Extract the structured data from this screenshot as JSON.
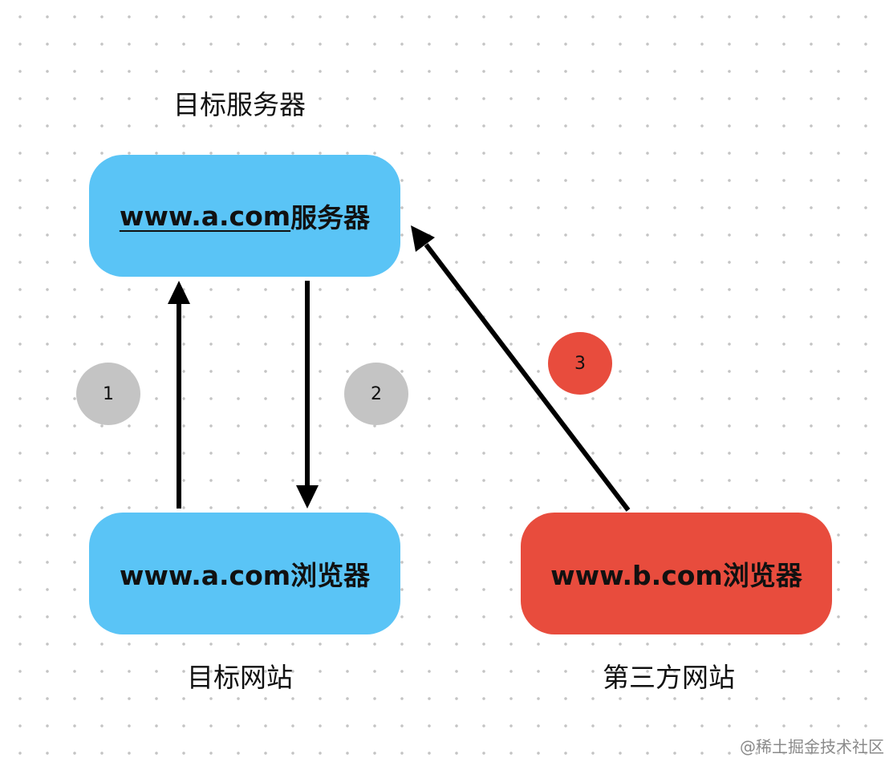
{
  "diagram": {
    "captions": {
      "server": "目标服务器",
      "target_site": "目标网站",
      "third_party_site": "第三方网站"
    },
    "boxes": {
      "server": {
        "domain": "www.a.com",
        "suffix": "服务器",
        "color": "#5AC4F6"
      },
      "browser_a": {
        "label": "www.a.com浏览器",
        "color": "#5AC4F6"
      },
      "browser_b": {
        "label": "www.b.com浏览器",
        "color": "#E84C3D"
      }
    },
    "steps": [
      {
        "label": "1",
        "color": "#C4C4C4"
      },
      {
        "label": "2",
        "color": "#C4C4C4"
      },
      {
        "label": "3",
        "color": "#E84C3D"
      }
    ]
  },
  "watermark": "@稀土掘金技术社区"
}
